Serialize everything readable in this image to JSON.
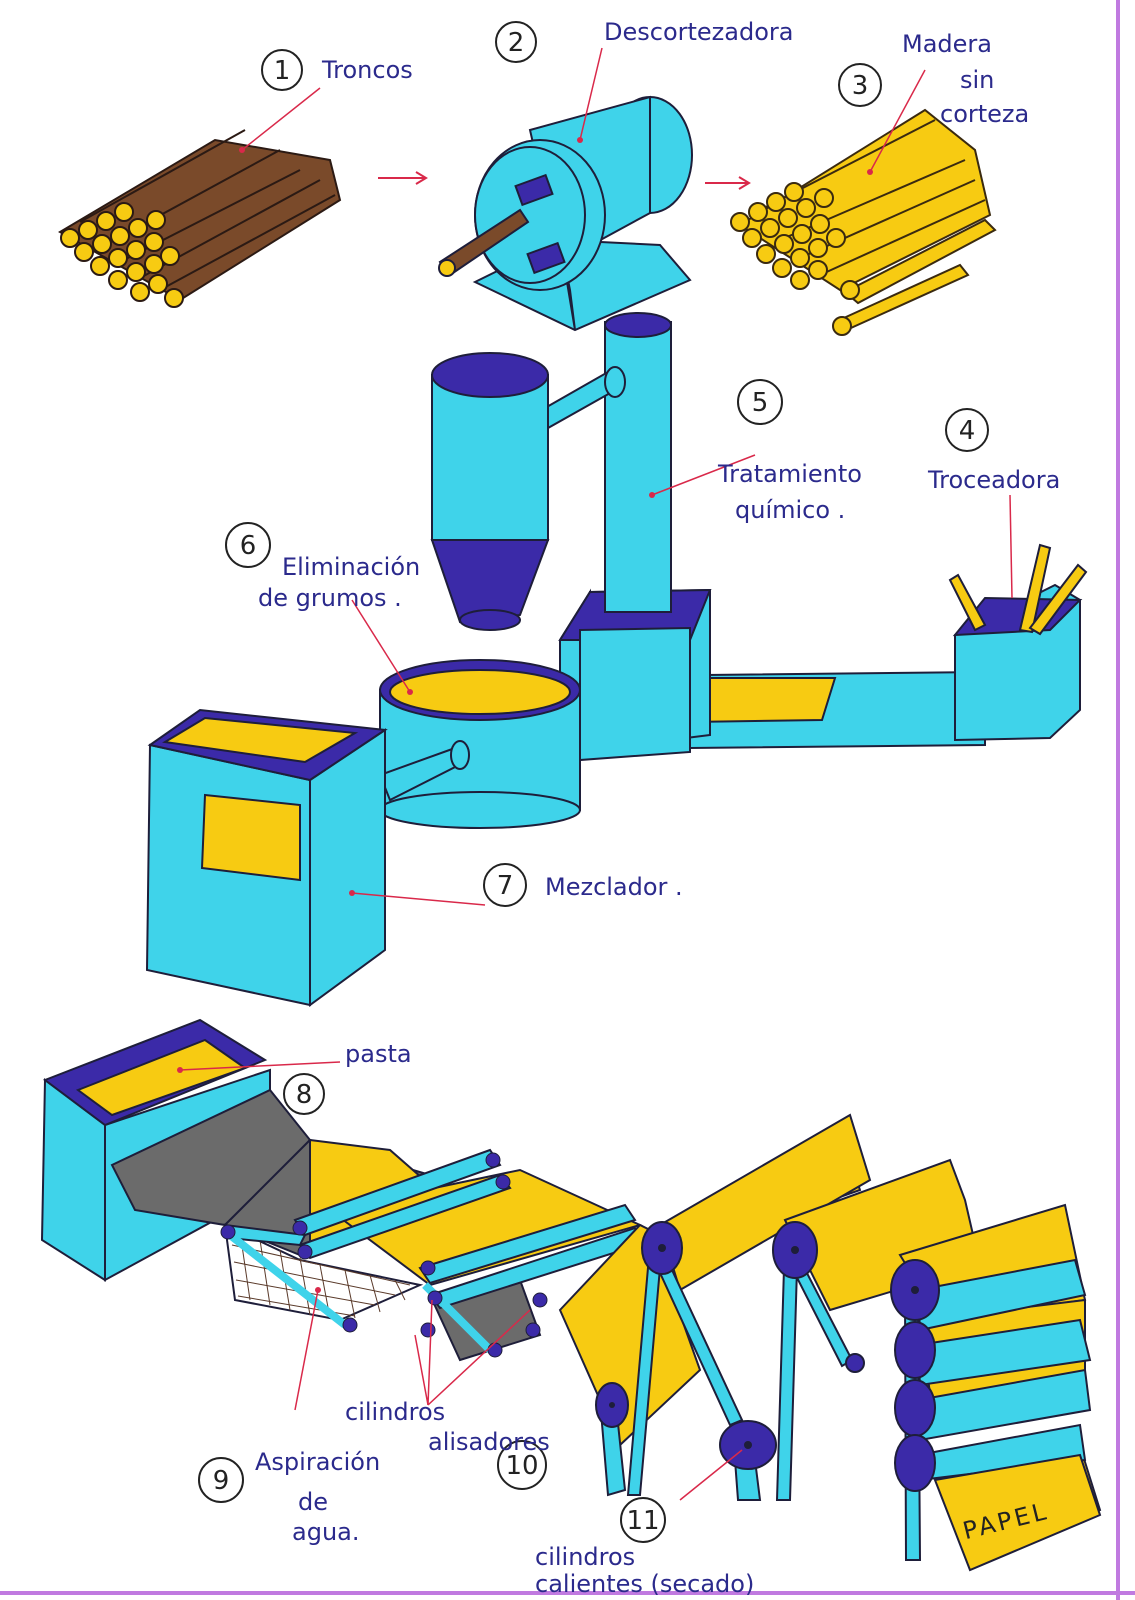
{
  "steps": [
    {
      "n": "1",
      "label": "Troncos"
    },
    {
      "n": "2",
      "label": "Descortezadora"
    },
    {
      "n": "3",
      "label": [
        "Madera",
        "sin",
        "corteza"
      ]
    },
    {
      "n": "4",
      "label": "Troceadora"
    },
    {
      "n": "5",
      "label": [
        "Tratamiento",
        "químico ."
      ]
    },
    {
      "n": "6",
      "label": [
        "Eliminación",
        "de grumos ."
      ]
    },
    {
      "n": "7",
      "label": "Mezclador ."
    },
    {
      "n": "8",
      "label": "pasta"
    },
    {
      "n": "9",
      "label": [
        "Aspiración",
        "de",
        "agua."
      ]
    },
    {
      "n": "10",
      "label": [
        "cilindros",
        "alisadores"
      ]
    },
    {
      "n": "11",
      "label": [
        "cilindros",
        "calientes (secado)"
      ]
    }
  ],
  "product_label": "PAPEL",
  "colors": {
    "cyan": "#3fd3ea",
    "navy": "#3b2aa8",
    "yellow": "#f7cb12",
    "brown": "#7a4a2a",
    "gray": "#6b6b6b",
    "label_ink": "#2b2a8c",
    "pointer_red": "#d9294a",
    "page_border": "#c07ae0"
  }
}
